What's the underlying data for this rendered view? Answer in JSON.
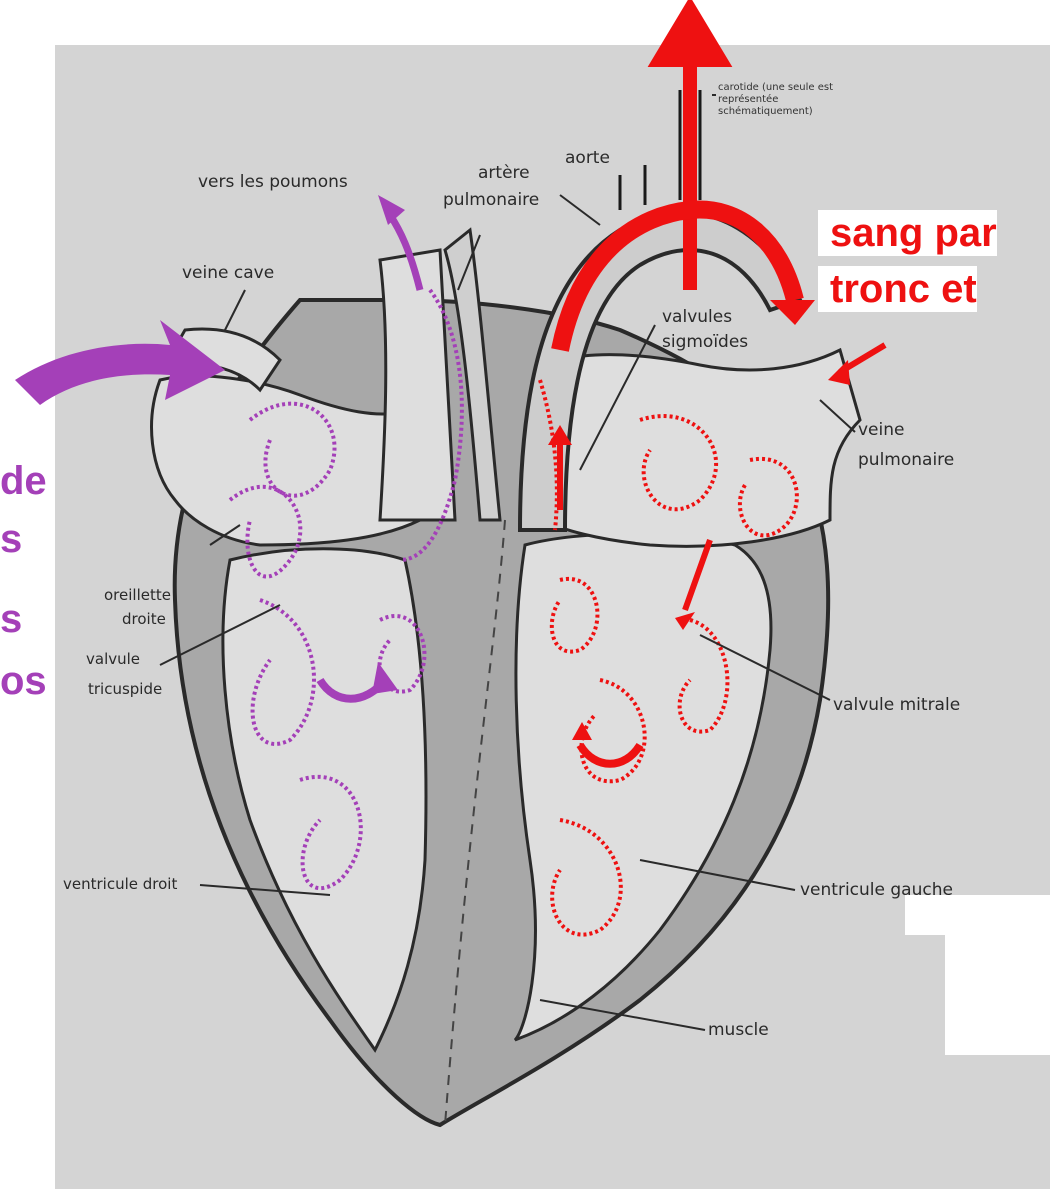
{
  "labels": {
    "carotide": "carotide (une seule est représentée schématiquement)",
    "aorte": "aorte",
    "vers_les_poumons": "vers les poumons",
    "artere": "artère",
    "pulmonaire": "pulmonaire",
    "veine_cave": "veine cave",
    "valvules": "valvules",
    "sigmoides": "sigmoïdes",
    "veine": "veine",
    "veine_pulmonaire": "pulmonaire",
    "oreillette": "oreillette",
    "droite": "droite",
    "valvule": "valvule",
    "tricuspide": "tricuspide",
    "valvule_mitrale": "valvule mitrale",
    "ventricule_droit": "ventricule droit",
    "ventricule_gauche": "ventricule gauche",
    "muscle": "muscle"
  },
  "overlay_text": {
    "red_line1": "sang par",
    "red_line2": "tronc et",
    "purple_lines": [
      "de",
      "s",
      "s",
      "os"
    ]
  },
  "colors": {
    "oxygenated": "#ee1111",
    "deoxygenated": "#a440b8",
    "background_gray": "#d2d2d2",
    "muscle_gray": "#a9a9a9",
    "outline": "#2a2a2a"
  }
}
